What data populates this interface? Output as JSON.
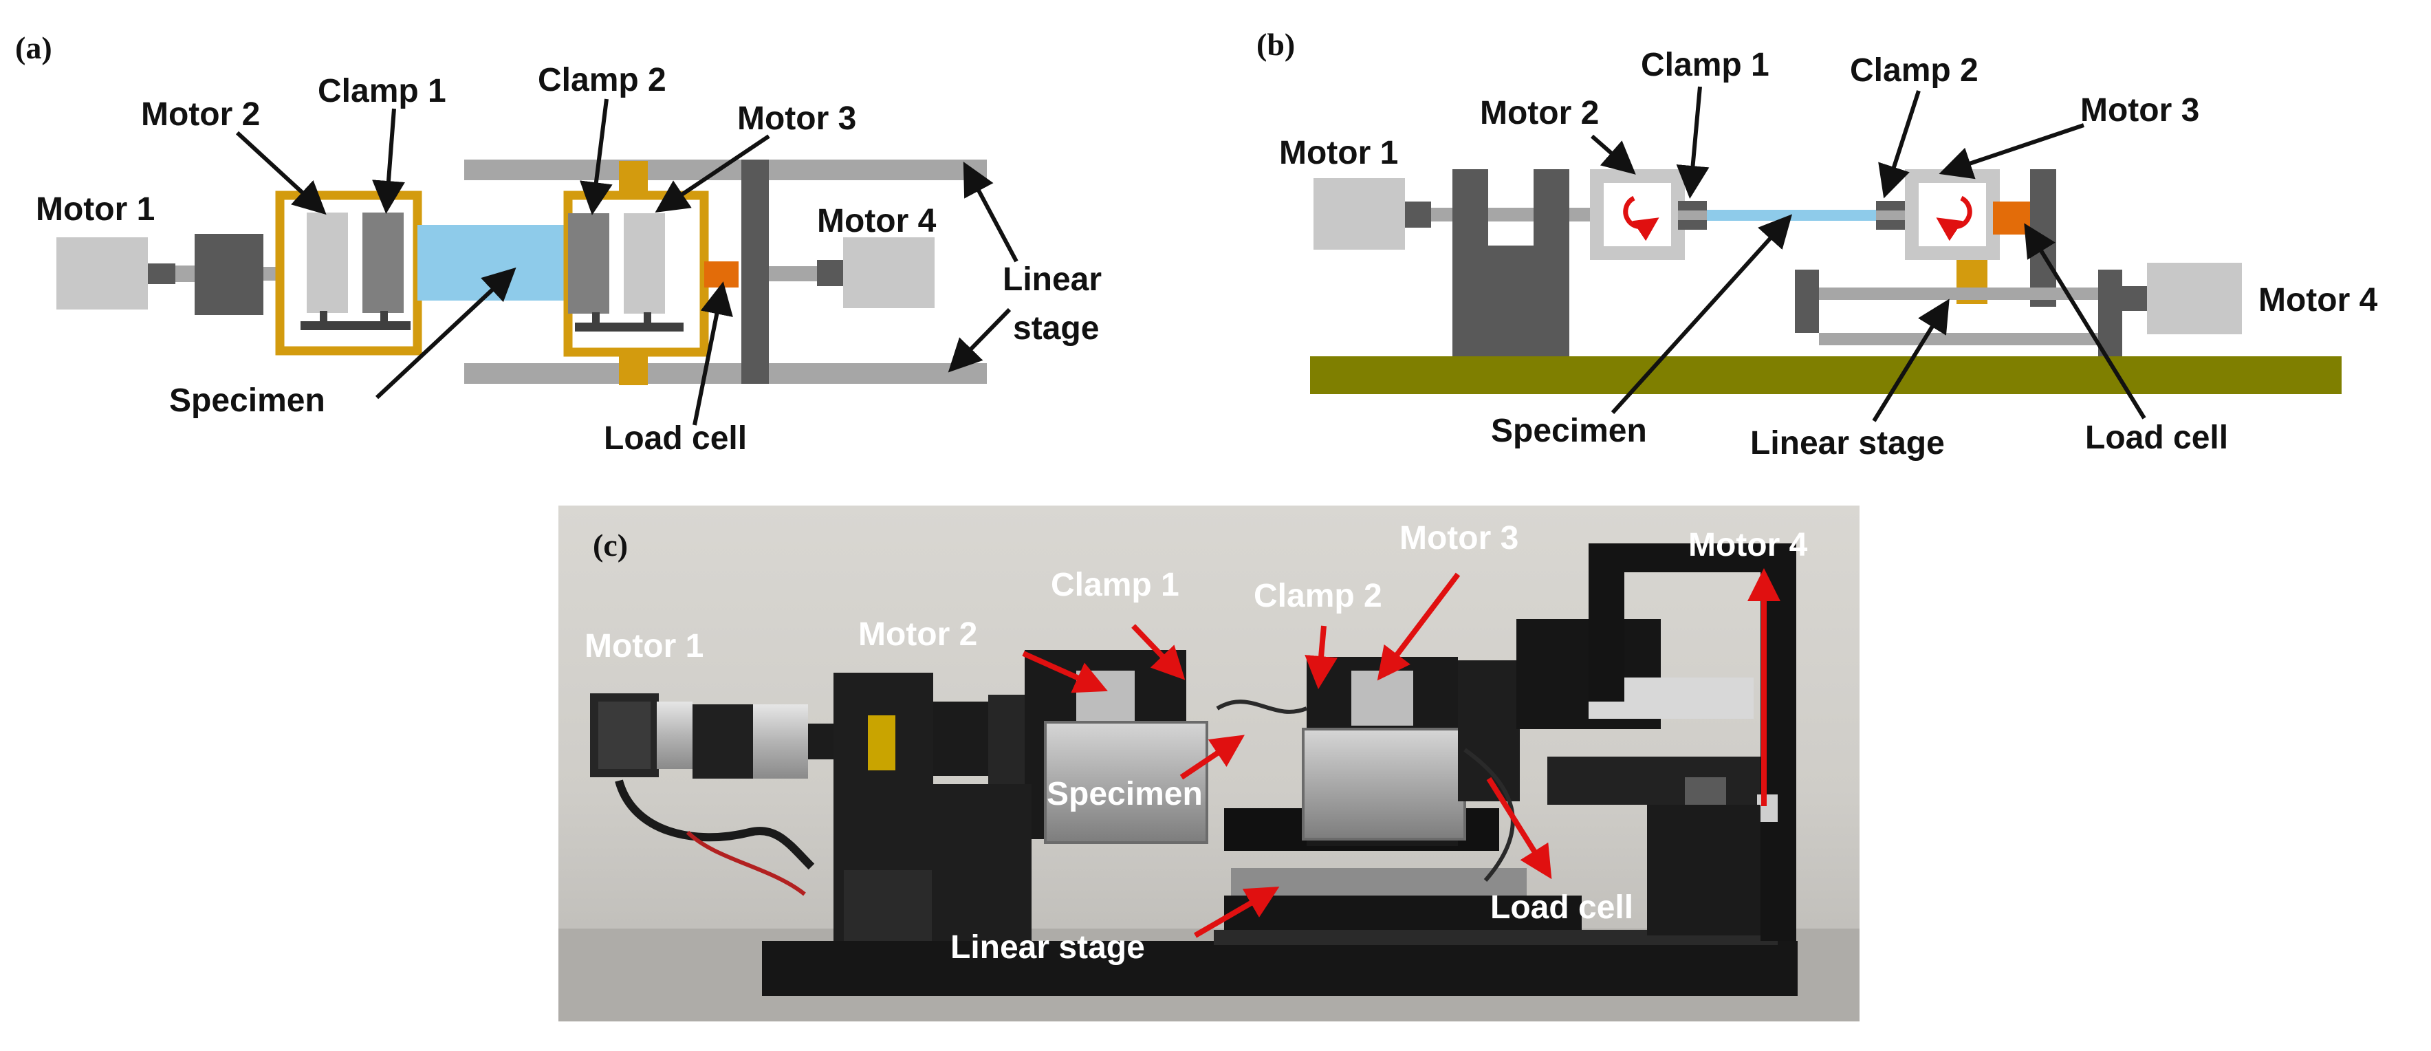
{
  "panel_a": {
    "letter": "(a)",
    "labels": {
      "motor1": "Motor 1",
      "motor2": "Motor 2",
      "clamp1": "Clamp 1",
      "clamp2": "Clamp 2",
      "motor3": "Motor 3",
      "motor4": "Motor 4",
      "linear_line1": "Linear",
      "linear_line2": "stage",
      "specimen": "Specimen",
      "load_cell": "Load cell"
    }
  },
  "panel_b": {
    "letter": "(b)",
    "labels": {
      "motor1": "Motor 1",
      "motor2": "Motor 2",
      "clamp1": "Clamp 1",
      "clamp2": "Clamp 2",
      "motor3": "Motor 3",
      "motor4": "Motor 4",
      "specimen": "Specimen",
      "linear_stage": "Linear stage",
      "load_cell": "Load cell"
    }
  },
  "panel_c": {
    "letter": "(c)",
    "labels": {
      "motor1": "Motor 1",
      "motor2": "Motor 2",
      "clamp1": "Clamp 1",
      "clamp2": "Clamp 2",
      "motor3": "Motor 3",
      "motor4": "Motor 4",
      "specimen": "Specimen",
      "linear_stage": "Linear stage",
      "load_cell": "Load cell"
    }
  },
  "colors": {
    "light_gray": "#c8c8c8",
    "mid_gray": "#a6a6a6",
    "dark_gray": "#595959",
    "orange_frame": "#d39b0e",
    "specimen_blue": "#8ecbea",
    "load_cell_orange": "#e36c09",
    "base_olive": "#7f7f00",
    "arrow_red": "#e01010"
  }
}
